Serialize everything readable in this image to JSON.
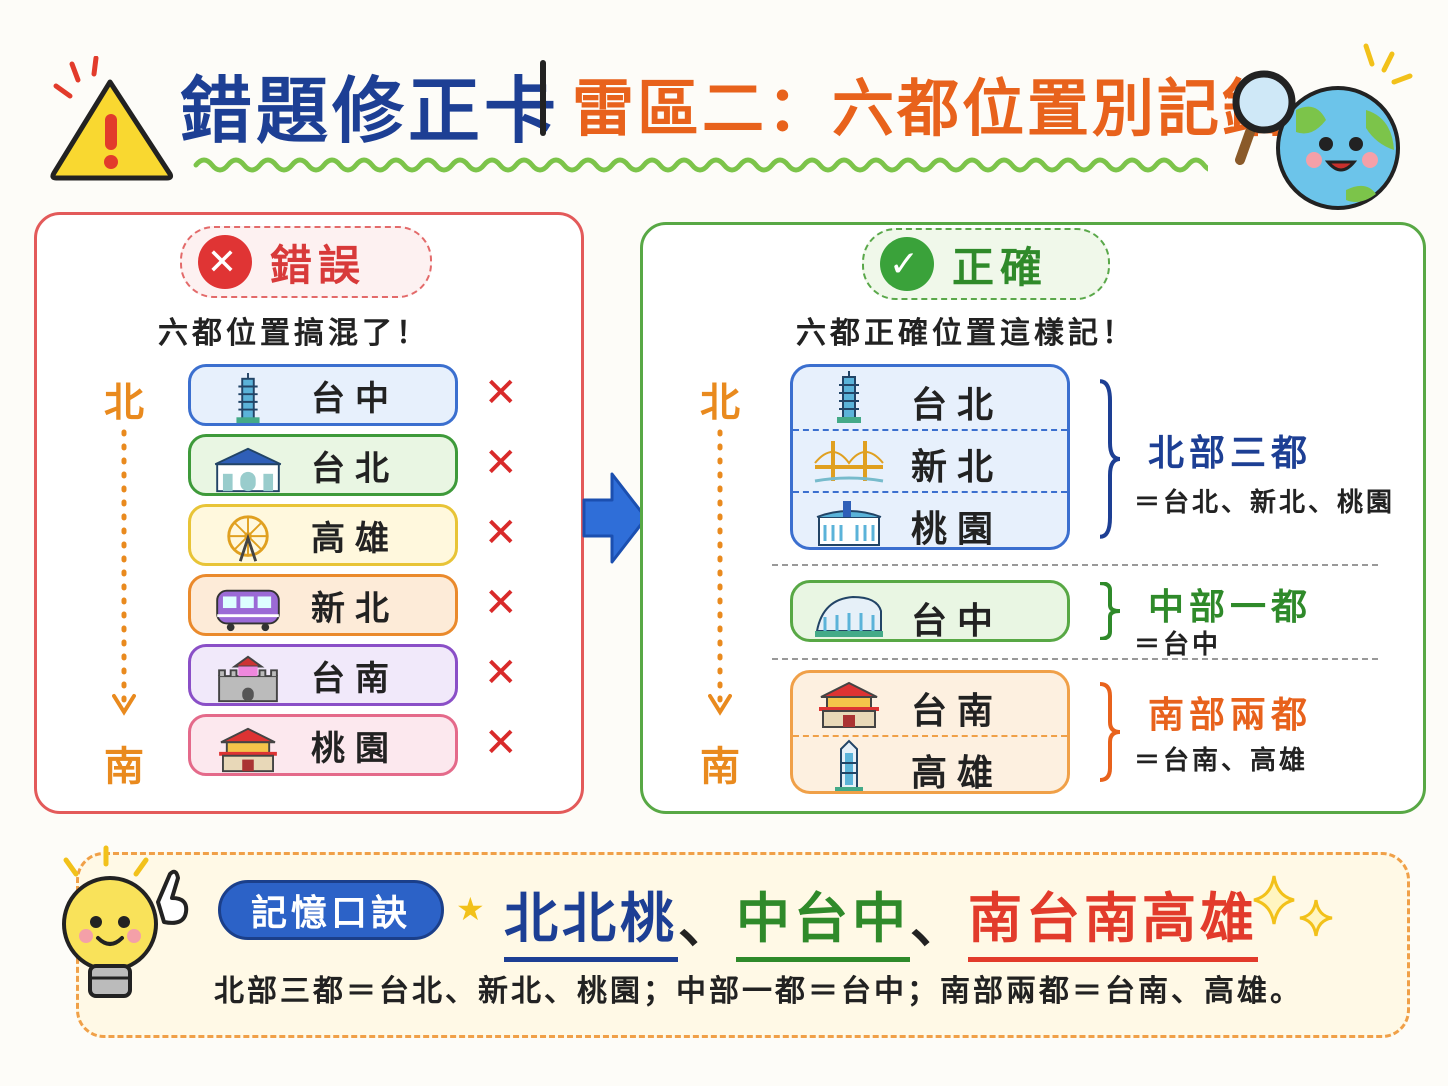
{
  "header": {
    "title": "錯題修正卡",
    "subtitle": "雷區二：六都位置別記錯"
  },
  "wrong": {
    "label": "錯誤",
    "subtitle": "六都位置搞混了！",
    "north": "北",
    "south": "南",
    "rows": [
      {
        "city": "台中",
        "icon": "taipei-101-icon",
        "color": "#3b6fcf",
        "bg": "#e7f0fc"
      },
      {
        "city": "台北",
        "icon": "chiang-kai-shek-gate-icon",
        "color": "#3e9a3a",
        "bg": "#e9f6e3"
      },
      {
        "city": "高雄",
        "icon": "ferris-wheel-icon",
        "color": "#e8c437",
        "bg": "#fff8dd"
      },
      {
        "city": "新北",
        "icon": "train-icon",
        "color": "#ea8a2c",
        "bg": "#fdebd8"
      },
      {
        "city": "台南",
        "icon": "fort-icon",
        "color": "#8a4fc7",
        "bg": "#f1e9fa"
      },
      {
        "city": "桃園",
        "icon": "temple-icon",
        "color": "#e46a8a",
        "bg": "#fce8ee"
      }
    ],
    "mark": "✕"
  },
  "right": {
    "label": "正確",
    "subtitle": "六都正確位置這樣記！",
    "north": "北",
    "south": "南",
    "groups": [
      {
        "title": "北部三都",
        "eq": "＝台北、新北、桃園",
        "color": "#1d3f94",
        "box": "#3b6fcf",
        "bg": "#e7f0fc",
        "cities": [
          {
            "city": "台北",
            "icon": "taipei-101-icon"
          },
          {
            "city": "新北",
            "icon": "bridge-icon"
          },
          {
            "city": "桃園",
            "icon": "airport-icon"
          }
        ]
      },
      {
        "title": "中部一都",
        "eq": "＝台中",
        "color": "#2f8a2a",
        "box": "#58a845",
        "bg": "#e9f6e3",
        "cities": [
          {
            "city": "台中",
            "icon": "opera-house-icon"
          }
        ]
      },
      {
        "title": "南部兩都",
        "eq": "＝台南、高雄",
        "color": "#e8621c",
        "box": "#f0a048",
        "bg": "#fdf0e0",
        "cities": [
          {
            "city": "台南",
            "icon": "temple-icon"
          },
          {
            "city": "高雄",
            "icon": "tower-85-icon"
          }
        ]
      }
    ]
  },
  "memo": {
    "tag": "記憶口訣",
    "part1": "北北桃",
    "sep1": "、",
    "part2": "中台中",
    "sep2": "、",
    "part3": "南台南高雄",
    "line2": "北部三都＝台北、新北、桃園；中部一都＝台中；南部兩都＝台南、高雄。"
  }
}
